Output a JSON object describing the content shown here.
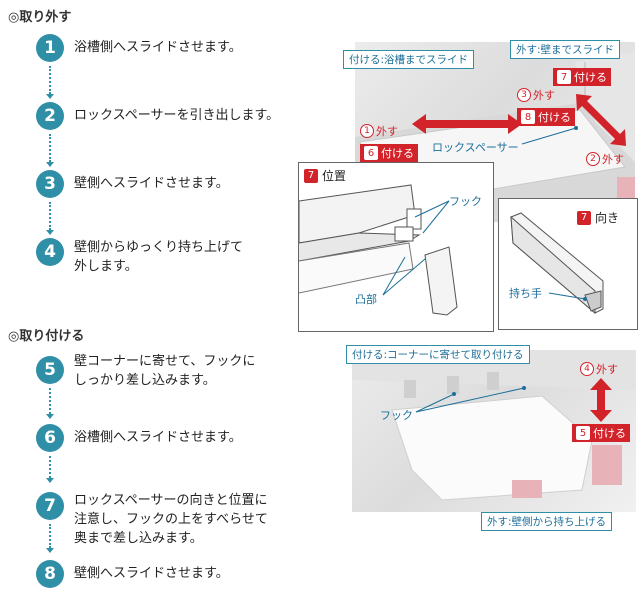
{
  "section_remove": {
    "heading": "◎取り外す",
    "steps": [
      {
        "num": "1",
        "lines": [
          "浴槽側へスライドさせます。"
        ]
      },
      {
        "num": "2",
        "lines": [
          "ロックスペーサーを引き出します。"
        ]
      },
      {
        "num": "3",
        "lines": [
          "壁側へスライドさせます。"
        ]
      },
      {
        "num": "4",
        "lines": [
          "壁側からゆっくり持ち上げて",
          "外します。"
        ]
      }
    ]
  },
  "section_attach": {
    "heading": "◎取り付ける",
    "steps": [
      {
        "num": "5",
        "lines": [
          "壁コーナーに寄せて、フックに",
          "しっかり差し込みます。"
        ]
      },
      {
        "num": "6",
        "lines": [
          "浴槽側へスライドさせます。"
        ]
      },
      {
        "num": "7",
        "lines": [
          "ロックスペーサーの向きと位置に",
          "注意し、フックの上をすべらせて",
          "奥まで差し込みます。"
        ]
      },
      {
        "num": "8",
        "lines": [
          "壁側へスライドさせます。"
        ]
      }
    ]
  },
  "photo_top": {
    "bubble_left": "付ける:浴槽までスライド",
    "bubble_right": "外す:壁までスライド",
    "tags": {
      "t1_num": "1",
      "t1": "外す",
      "t6_num": "6",
      "t6": "付ける",
      "t3_num": "3",
      "t3": "外す",
      "t8_num": "8",
      "t8": "付ける",
      "t7_num": "7",
      "t7": "付ける",
      "t2_num": "2",
      "t2": "外す"
    },
    "spacer_label": "ロックスペーサー",
    "inset_position": {
      "num": "7",
      "title": "位置",
      "hook": "フック",
      "bump": "凸部"
    },
    "inset_direction": {
      "num": "7",
      "title": "向き",
      "handle": "持ち手"
    }
  },
  "photo_bottom": {
    "bubble_top": "付ける:コーナーに寄せて取り付ける",
    "bubble_bottom": "外す:壁側から持ち上げる",
    "hook_label": "フック",
    "t4_num": "4",
    "t4": "外す",
    "t5_num": "5",
    "t5": "付ける"
  },
  "colors": {
    "step_circle": "#2f8fa6",
    "red": "#d2232a",
    "blue_text": "#1d6f9a"
  }
}
